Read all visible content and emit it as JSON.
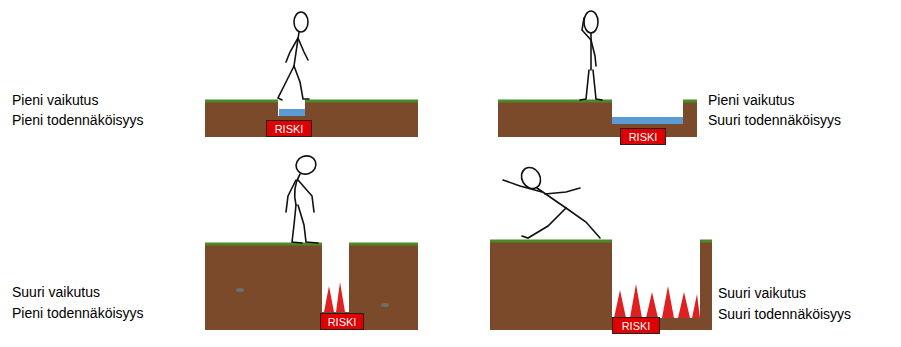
{
  "diagram": {
    "nodes": [
      {
        "text": [
          "RISKI"
        ]
      },
      {
        "text": [
          "RISKI"
        ]
      },
      {
        "text": [
          "RISKI"
        ]
      },
      {
        "text": [
          "RISKI"
        ]
      }
    ],
    "labels": [
      "Pieni vaikutus",
      "Pieni todennäköisyys",
      "Pieni vaikutus",
      "Suuri todennäköisyys",
      "Suuri vaikutus",
      "Pieni todennäköisyys",
      "Suuri vaikutus",
      "Suuri todennäköisyys"
    ]
  }
}
